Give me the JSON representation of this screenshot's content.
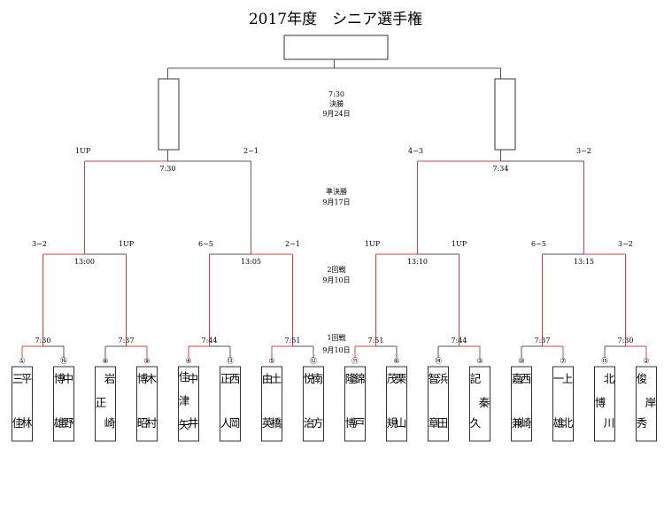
{
  "title": "2017年度　シニア選手権",
  "colors": {
    "winner_line": "#d94040",
    "line": "#555555",
    "box_stroke": "#333333"
  },
  "rounds": {
    "r1": {
      "time_label": "1回戦",
      "date": "9月10日"
    },
    "r2": {
      "time_label": "2回戦",
      "date": "9月10日"
    },
    "semi": {
      "time_label": "準決勝",
      "date": "9月17日"
    },
    "final": {
      "time": "7:30",
      "time_label": "決勝",
      "date": "9月24日"
    }
  },
  "players": [
    {
      "seed": "①",
      "name": [
        "平林",
        "三佳"
      ]
    },
    {
      "seed": "⑯",
      "name": [
        "中野",
        "博雄"
      ]
    },
    {
      "seed": "⑧",
      "name": [
        "岩崎",
        "正"
      ]
    },
    {
      "seed": "⑨",
      "name": [
        "木村",
        "博昭"
      ]
    },
    {
      "seed": "④",
      "name": [
        "中井",
        "佳津矢"
      ]
    },
    {
      "seed": "⑬",
      "name": [
        "西岡",
        "正人"
      ]
    },
    {
      "seed": "⑤",
      "name": [
        "土橋",
        "由英"
      ]
    },
    {
      "seed": "⑫",
      "name": [
        "南方",
        "悦治"
      ]
    },
    {
      "seed": "⑪",
      "name": [
        "錦戸",
        "隆博"
      ]
    },
    {
      "seed": "⑥",
      "name": [
        "栗山",
        "茂規"
      ]
    },
    {
      "seed": "⑭",
      "name": [
        "浜田",
        "智章"
      ]
    },
    {
      "seed": "③",
      "name": [
        "秦",
        "記久"
      ]
    },
    {
      "seed": "⑩",
      "name": [
        "西崎",
        "嘉兼"
      ]
    },
    {
      "seed": "⑦",
      "name": [
        "上北",
        "一雄"
      ]
    },
    {
      "seed": "⑮",
      "name": [
        "北川",
        "博"
      ]
    },
    {
      "seed": "②",
      "name": [
        "岸",
        "俊秀"
      ]
    }
  ],
  "r1_matches": [
    {
      "time": "7:30",
      "winner": 0
    },
    {
      "time": "7:37",
      "winner": 1
    },
    {
      "time": "7:44",
      "winner": 0
    },
    {
      "time": "7:51",
      "winner": 0
    },
    {
      "time": "7:51",
      "winner": 0
    },
    {
      "time": "7:44",
      "winner": 1
    },
    {
      "time": "7:37",
      "winner": 1
    },
    {
      "time": "7:30",
      "winner": 1
    }
  ],
  "r2_matches": [
    {
      "time": "13:00",
      "scores": [
        "3−2",
        "1UP"
      ],
      "winner": 0
    },
    {
      "time": "13:05",
      "scores": [
        "6−5",
        "2−1"
      ],
      "winner": 1
    },
    {
      "time": "13:10",
      "scores": [
        "1UP",
        "1UP"
      ],
      "winner": 0
    },
    {
      "time": "13:15",
      "scores": [
        "6−5",
        "3−2"
      ],
      "winner": 1
    }
  ],
  "semi_matches": [
    {
      "time": "7:30",
      "scores": [
        "1UP",
        "2−1"
      ],
      "winner": 0
    },
    {
      "time": "7:34",
      "scores": [
        "4−3",
        "3−2"
      ],
      "winner": 0
    }
  ]
}
